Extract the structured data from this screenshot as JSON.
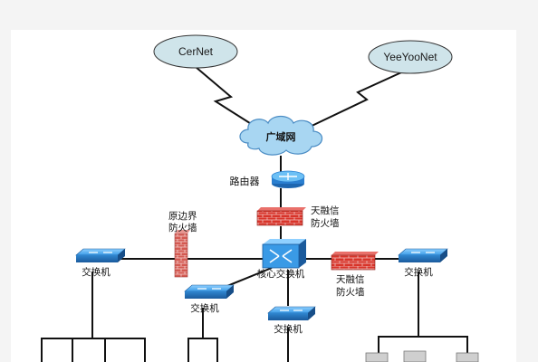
{
  "diagram": {
    "clouds": {
      "cernet": "CerNet",
      "yeeyoonet": "YeeYooNet",
      "wan": "广域网"
    },
    "devices": {
      "router": "路由器",
      "firewall_top_line1": "天融信",
      "firewall_top_line2": "防火墙",
      "firewall_border_line1": "原边界",
      "firewall_border_line2": "防火墙",
      "core_switch": "核心交换机",
      "firewall_right_line1": "天融信",
      "firewall_right_line2": "防火墙",
      "switch_left": "交换机",
      "switch_mid": "交换机",
      "switch_center": "交换机",
      "switch_right": "交换机"
    }
  },
  "colors": {
    "cloud_fill": "#cfe4ea",
    "wan_fill": "#a8d6f2",
    "switch_blue": "#2f8fd8",
    "firewall_red": "#d9342b",
    "line": "#111111"
  }
}
